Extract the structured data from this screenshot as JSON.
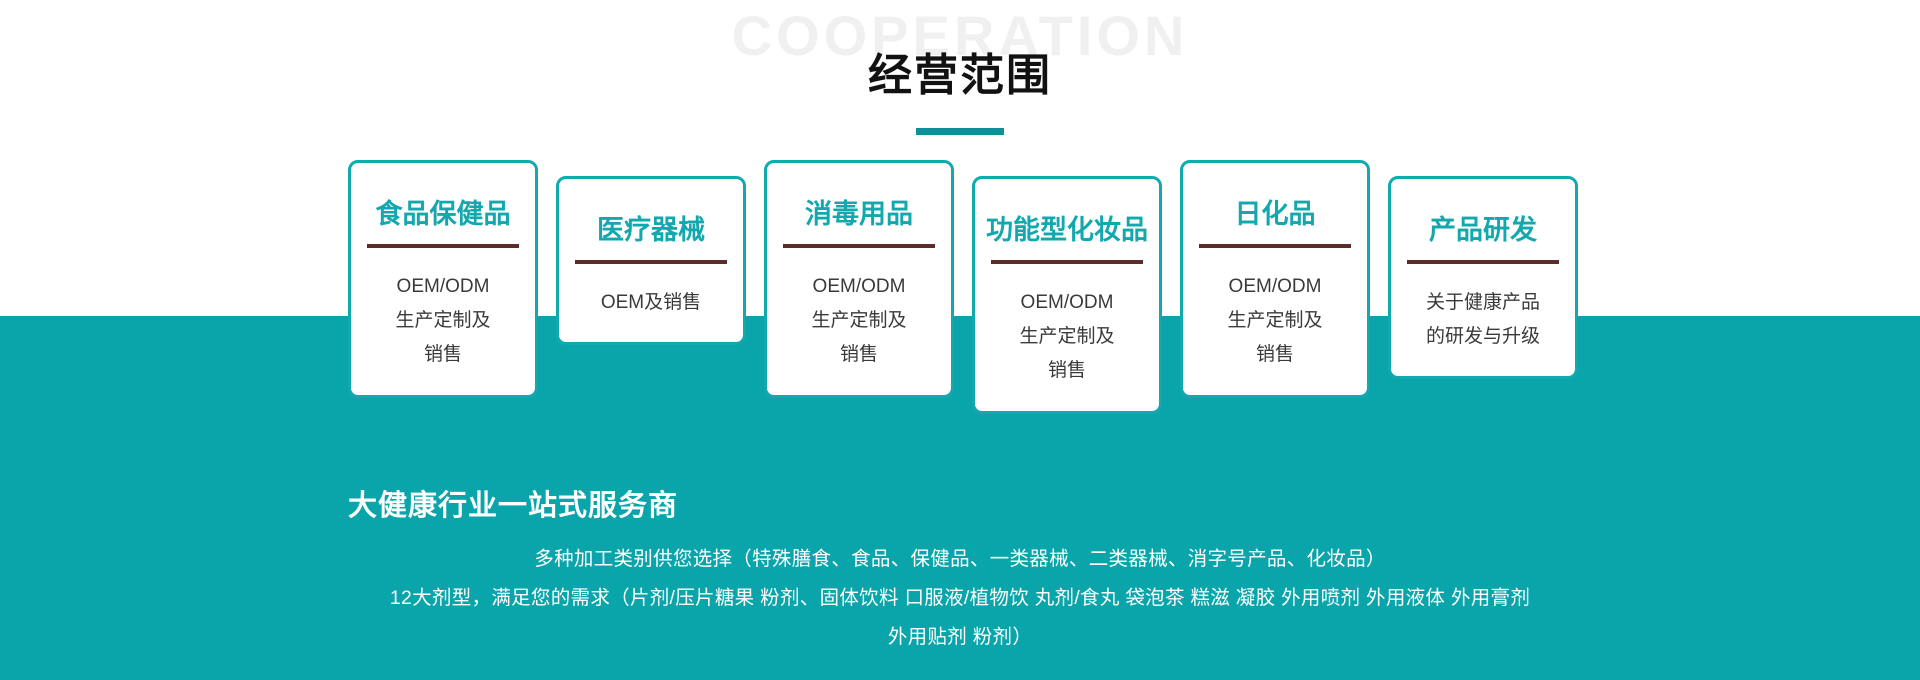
{
  "theme": {
    "teal": "#0AA5AB",
    "teal_border": "#12A8AE",
    "teal_underline": "#0A9298",
    "rule_maroon": "#5C2B2B",
    "title_dark": "#121212",
    "watermark_gray": "#f0f0f0",
    "white": "#ffffff"
  },
  "header": {
    "watermark": "COOPERATION",
    "title": "经营范围"
  },
  "cards": [
    {
      "title": "食品保健品",
      "desc_lines": [
        "OEM/ODM",
        "生产定制及",
        "销售"
      ],
      "height_class": "tall"
    },
    {
      "title": "医疗器械",
      "desc_lines": [
        "OEM及销售"
      ],
      "height_class": "short"
    },
    {
      "title": "消毒用品",
      "desc_lines": [
        "OEM/ODM",
        "生产定制及",
        "销售"
      ],
      "height_class": "tall"
    },
    {
      "title": "功能型化妆品",
      "desc_lines": [
        "OEM/ODM",
        "生产定制及",
        "销售"
      ],
      "height_class": "short"
    },
    {
      "title": "日化品",
      "desc_lines": [
        "OEM/ODM",
        "生产定制及",
        "销售"
      ],
      "height_class": "tall"
    },
    {
      "title": "产品研发",
      "desc_lines": [
        "关于健康产品",
        "的研发与升级"
      ],
      "height_class": "short"
    }
  ],
  "bottom": {
    "headline": "大健康行业一站式服务商",
    "lines": [
      "多种加工类别供您选择（特殊膳食、食品、保健品、一类器械、二类器械、消字号产品、化妆品）",
      "12大剂型，满足您的需求（片剂/压片糖果 粉剂、固体饮料 口服液/植物饮 丸剂/食丸 袋泡茶 糕滋 凝胶 外用喷剂 外用液体 外用膏剂 外用贴剂 粉剂）"
    ]
  }
}
